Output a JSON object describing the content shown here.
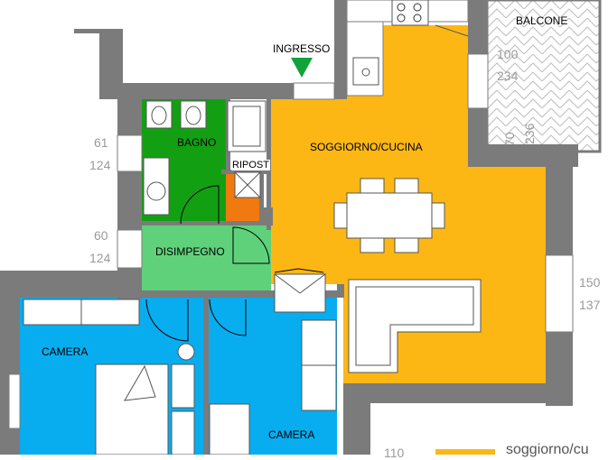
{
  "colors": {
    "wall": "#7b7b7b",
    "bagno": "#12a012",
    "ripostiglio": "#f07a10",
    "disimpegno": "#5fd17a",
    "soggiorno": "#fdb714",
    "camera": "#08adef",
    "arrow": "#11a33a",
    "dimension": "#9a9a9a"
  },
  "rooms": {
    "ingresso": "INGRESSO",
    "balcone": "BALCONE",
    "bagno": "BAGNO",
    "ripostiglio": "RIPOST",
    "soggiorno_cucina": "SOGGIORNO/CUCINA",
    "disimpegno": "DISIMPEGNO",
    "camera_1": "CAMERA",
    "camera_2": "CAMERA",
    "legend_partial": "soggiorno/cu"
  },
  "dimensions": {
    "bagno_window_width": "61",
    "bagno_window_height": "124",
    "disimpegno_window_width": "60",
    "disimpegno_window_height": "124",
    "balcone_window_width": "100",
    "balcone_window_height": "234",
    "balcone_door_width": "70",
    "balcone_door_height": "236",
    "soggiorno_window_width": "150",
    "soggiorno_window_height": "137",
    "bottom_partial": "110"
  }
}
